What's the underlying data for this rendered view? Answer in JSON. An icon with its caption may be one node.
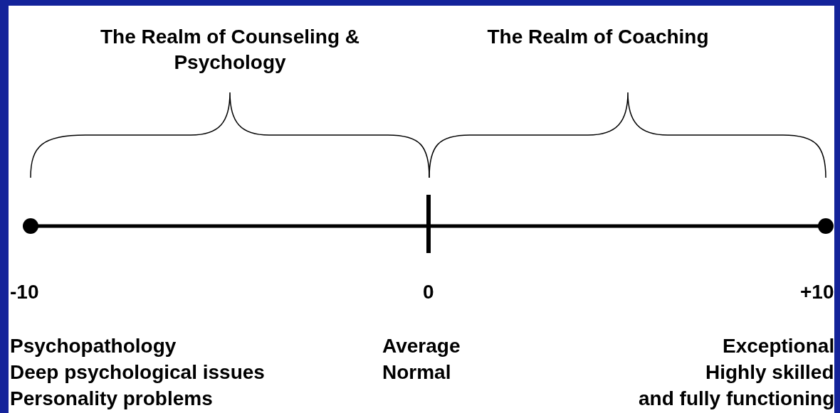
{
  "diagram": {
    "labels": [
      "The Realm of Counseling & Psychology",
      "The Realm of Coaching",
      "-10",
      "0",
      "+10",
      "Psychopathology",
      "Deep psychological issues",
      "Personality problems",
      "Average",
      "Normal",
      "Exceptional",
      "Highly skilled",
      "and fully functioning"
    ]
  }
}
